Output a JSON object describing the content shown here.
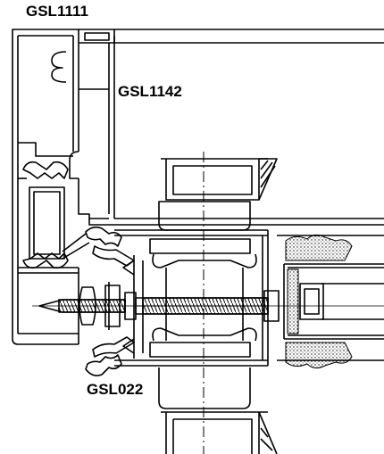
{
  "labels": {
    "top_profile": "GSL1111",
    "right_profile": "GSL1142",
    "bottom_profile": "GSL022"
  },
  "colors": {
    "line": "#000000",
    "fill_section": "#ffffff",
    "hatch": "#000000"
  }
}
